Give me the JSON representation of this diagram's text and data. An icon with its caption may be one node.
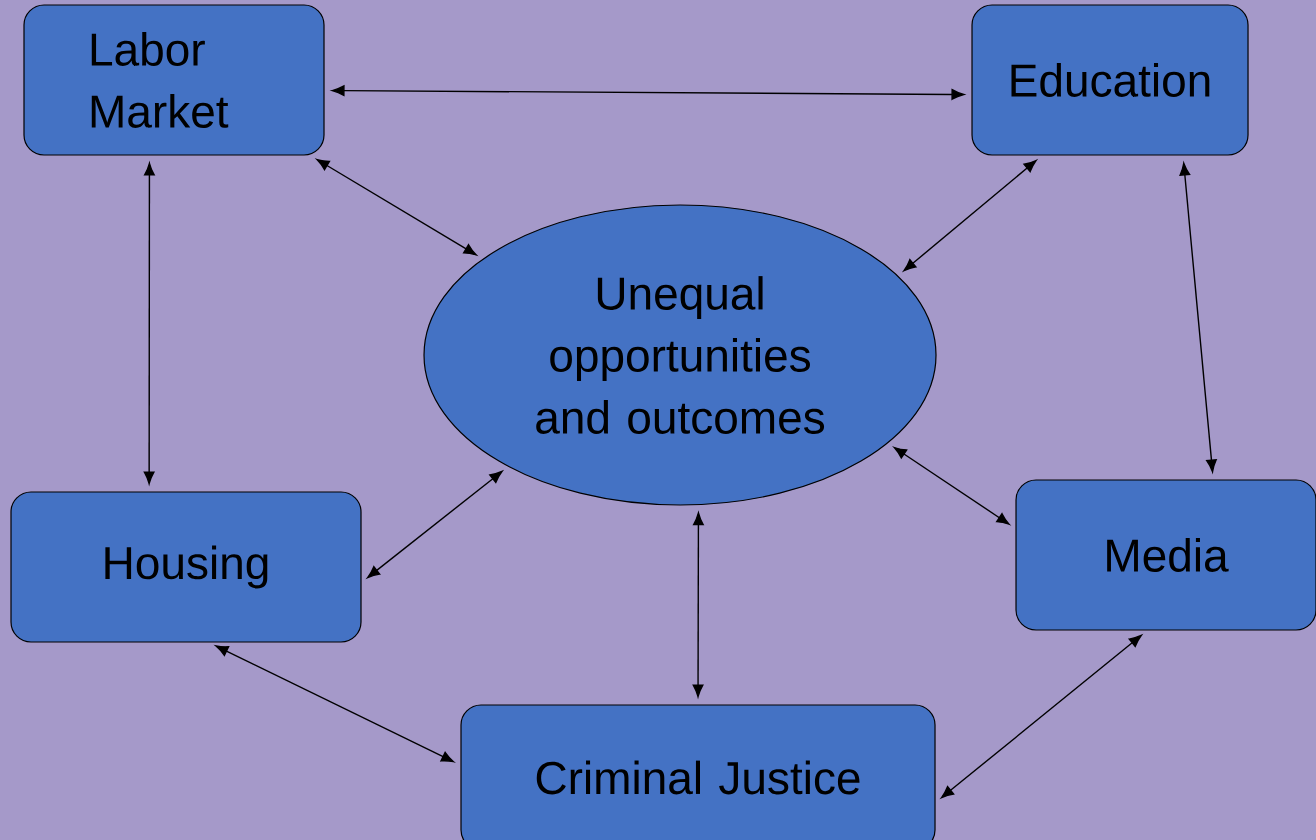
{
  "diagram": {
    "nodes": [
      {
        "text": [
          "Labor Market"
        ]
      },
      {
        "text": [
          "Education"
        ]
      },
      {
        "text": [
          "Unequal opportunities and outcomes"
        ]
      },
      {
        "text": [
          "Housing"
        ]
      },
      {
        "text": [
          "Media"
        ]
      },
      {
        "text": [
          "Criminal Justice"
        ]
      }
    ],
    "edges": [
      {
        "from": 0,
        "to": 1,
        "arrow": "both"
      },
      {
        "from": 0,
        "to": 2,
        "arrow": "both"
      },
      {
        "from": 1,
        "to": 2,
        "arrow": "both"
      },
      {
        "from": 0,
        "to": 3,
        "arrow": "both"
      },
      {
        "from": 1,
        "to": 4,
        "arrow": "both"
      },
      {
        "from": 3,
        "to": 2,
        "arrow": "both"
      },
      {
        "from": 2,
        "to": 4,
        "arrow": "both"
      },
      {
        "from": 2,
        "to": 5,
        "arrow": "both"
      },
      {
        "from": 3,
        "to": 5,
        "arrow": "both"
      },
      {
        "from": 5,
        "to": 4,
        "arrow": "both"
      }
    ]
  }
}
